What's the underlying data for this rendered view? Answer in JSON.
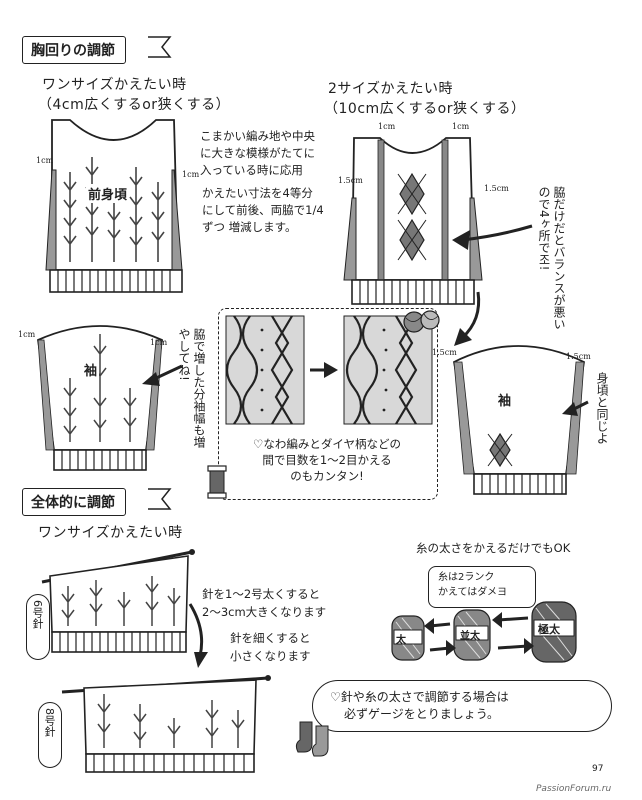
{
  "section1": {
    "title": "胸回りの調節",
    "left": {
      "heading_line1": "ワンサイズかえたい時",
      "heading_line2": "（4cm広くするor狭くする）",
      "note_line1": "こまかい編み地や中央",
      "note_line2": "に大きな模様がたてに",
      "note_line3": "入っている時に応用",
      "instr_line1": "かえたい寸法を4等分",
      "instr_line2": "にして前後、両脇で1/4",
      "instr_line3": "ずつ 増減します。",
      "front_label": "前身頃",
      "dim_left": "1cm",
      "dim_right": "1cm"
    },
    "right": {
      "heading_line1": "2サイズかえたい時",
      "heading_line2": "（10cm広くするor狭くする）",
      "dim_top_left": "1cm",
      "dim_top_right": "1cm",
      "dim_side_left": "1.5cm",
      "dim_side_right": "1.5cm",
      "side_note": "脇だけだとバランスが悪いので4ヶ所で조!"
    },
    "sleeve_left": {
      "label": "袖",
      "dim_left": "1cm",
      "dim_right": "1cm",
      "note": "脇で増した分袖幅も増やしてね!"
    },
    "sleeve_right": {
      "label": "袖",
      "dim_left": "1.5cm",
      "dim_right": "1.5cm",
      "note": "身頃と同じよ"
    },
    "cable_note_line1": "♡なわ編みとダイヤ柄などの",
    "cable_note_line2": "間で目数を1〜2目かえる",
    "cable_note_line3": "のもカンタン!"
  },
  "section2": {
    "title": "全体的に調節",
    "heading": "ワンサイズかえたい時",
    "needle_top": "6号針",
    "needle_bottom": "8号針",
    "note1_line1": "針を1〜2号太くすると",
    "note1_line2": "2〜3cm大きくなります",
    "note2_line1": "針を細くすると",
    "note2_line2": "小さくなります",
    "yarn_note": "糸の太さをかえるだけでもOK",
    "yarn_warning_line1": "糸は2ランク",
    "yarn_warning_line2": "かえてはダメヨ",
    "yarn_labels": [
      "太",
      "並太",
      "極太"
    ],
    "gauge_note_line1": "♡針や糸の太さで調節する場合は",
    "gauge_note_line2": "必ずゲージをとりましょう。"
  },
  "footer": {
    "page_number": "97",
    "site": "PassionForum.ru"
  }
}
